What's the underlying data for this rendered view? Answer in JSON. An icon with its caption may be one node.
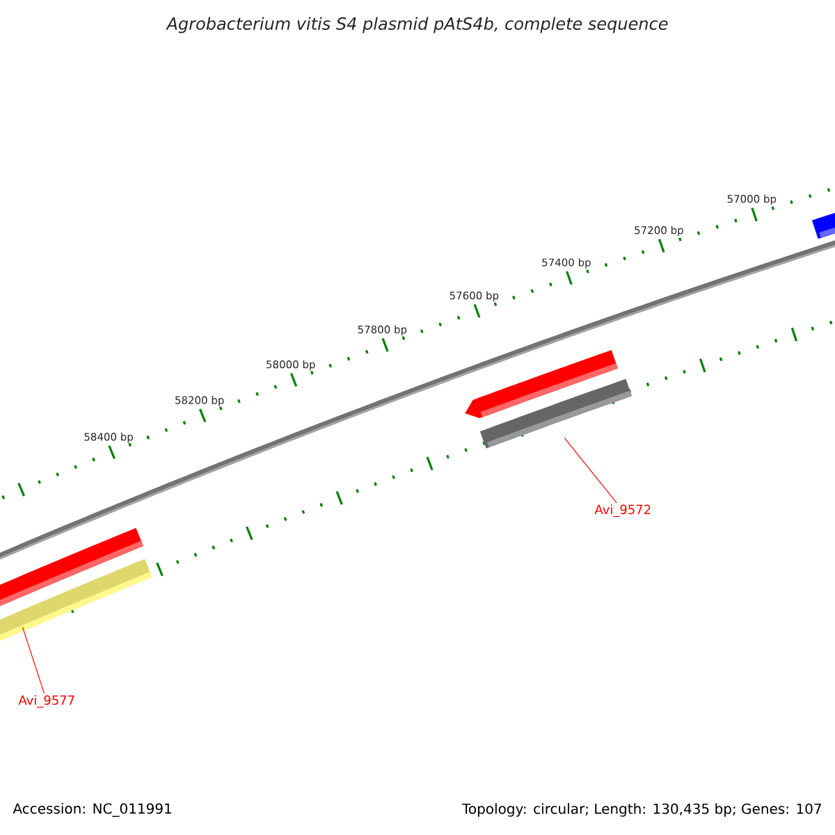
{
  "diagram": {
    "title": "Agrobacterium vitis S4 plasmid pAtS4b, complete sequence",
    "nodes": [
      {
        "text": [],
        "shape": "bar"
      },
      {
        "text": [
          "Avi_9572"
        ]
      },
      {
        "text": [],
        "shape": "bar"
      },
      {
        "text": [
          "Avi_9577"
        ]
      }
    ],
    "edges": [
      {
        "from": 1,
        "to": 0,
        "arrow": "none"
      },
      {
        "from": 3,
        "to": 2,
        "arrow": "none"
      }
    ],
    "labels": [
      "57000 bp",
      "57200 bp",
      "57400 bp",
      "57600 bp",
      "57800 bp",
      "58000 bp",
      "58200 bp",
      "58400 bp",
      "Accession: NC_011991",
      "Topology: circular; Length: 130,435 bp; Genes: 107"
    ]
  }
}
